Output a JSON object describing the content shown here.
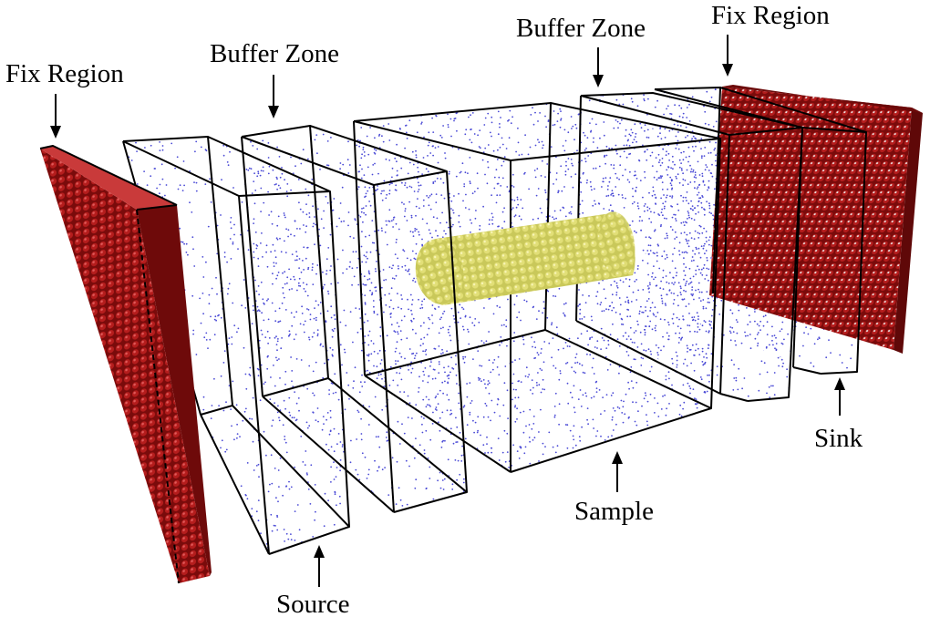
{
  "labels": {
    "fix_left": "Fix Region",
    "buffer_left": "Buffer Zone",
    "buffer_right": "Buffer Zone",
    "fix_right": "Fix Region",
    "source": "Source",
    "sample": "Sample",
    "sink": "Sink"
  },
  "colors": {
    "fix_region": "#8b0d0d",
    "fix_region_highlight": "#c93232",
    "atoms": "#4a4ad6",
    "sample": "#d9d66a",
    "sample_highlight": "#f2ee9a",
    "edges": "#000000",
    "background": "#ffffff"
  }
}
